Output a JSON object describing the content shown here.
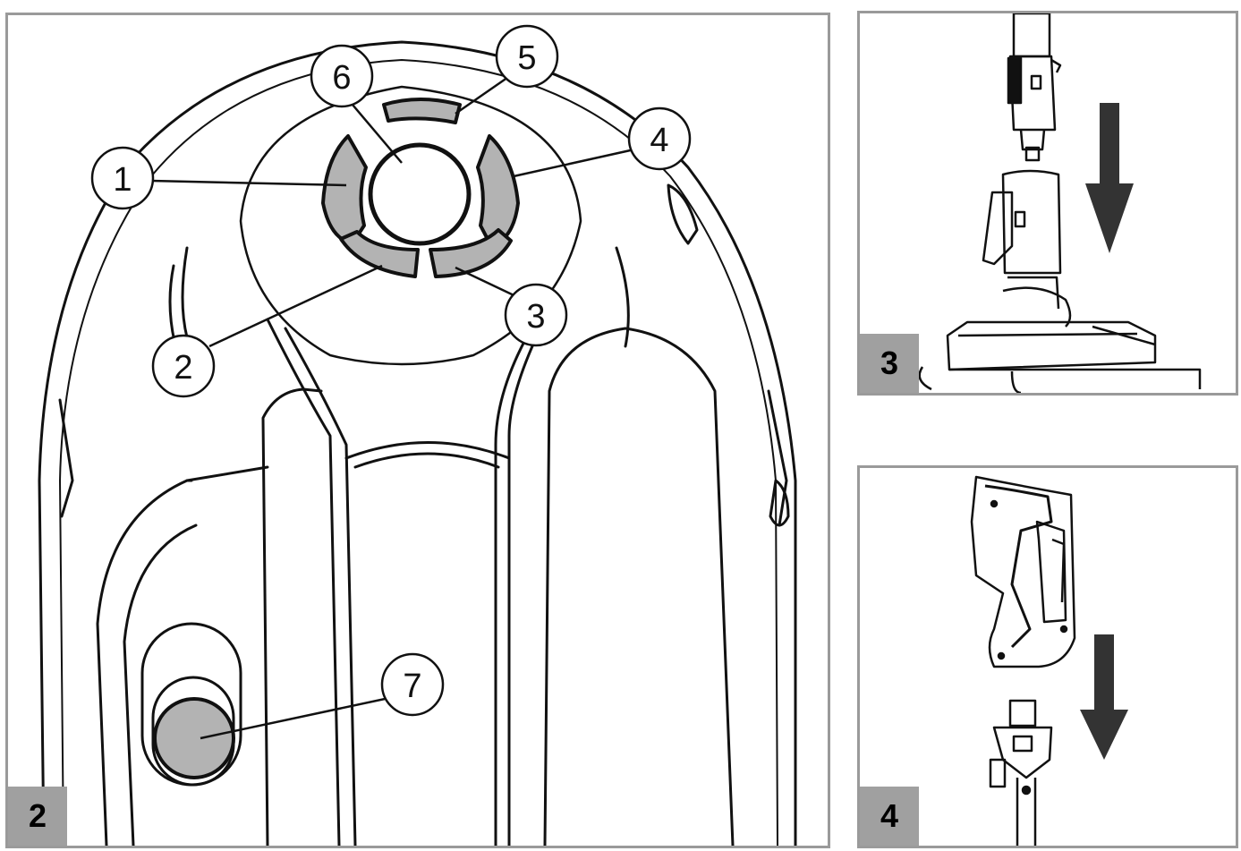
{
  "figures": [
    {
      "number": "2"
    },
    {
      "number": "3"
    },
    {
      "number": "4"
    }
  ],
  "callouts": [
    "1",
    "2",
    "3",
    "4",
    "5",
    "6",
    "7"
  ],
  "colors": {
    "frame": "#9a9a9a",
    "tag_background": "#a0a0a0",
    "highlight_fill": "#b3b3b3",
    "line": "#111111"
  },
  "icons": [
    "down-arrow-icon",
    "down-arrow-icon"
  ]
}
